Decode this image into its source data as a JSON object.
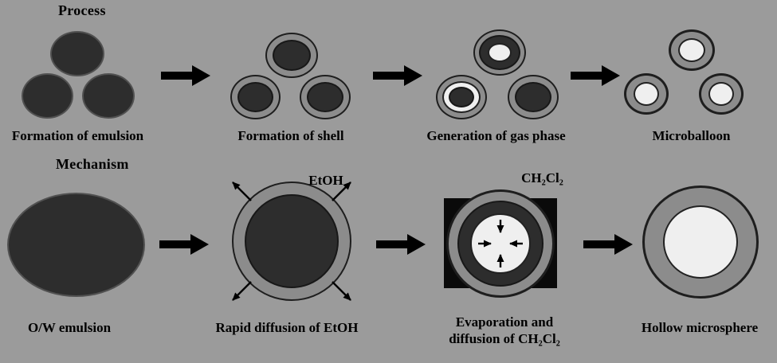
{
  "colors": {
    "background": "#9b9b9b",
    "droplet_dark": "#2d2d2d",
    "shell_gray": "#8c8c8c",
    "hollow_light": "#efefef",
    "arrow_black": "#000000"
  },
  "process": {
    "title": "Process",
    "steps": [
      {
        "label": "Formation of emulsion"
      },
      {
        "label": "Formation of shell"
      },
      {
        "label": "Generation of gas phase"
      },
      {
        "label": "Microballoon"
      }
    ]
  },
  "mechanism": {
    "title": "Mechanism",
    "annotations": {
      "etoh": "EtOH",
      "ch2cl2": "CH₂Cl₂"
    },
    "steps": [
      {
        "label": "O/W emulsion"
      },
      {
        "label": "Rapid diffusion of EtOH"
      },
      {
        "label_line1": "Evaporation and",
        "label_line2": "diffusion of CH₂Cl₂"
      },
      {
        "label": "Hollow microsphere"
      }
    ]
  }
}
